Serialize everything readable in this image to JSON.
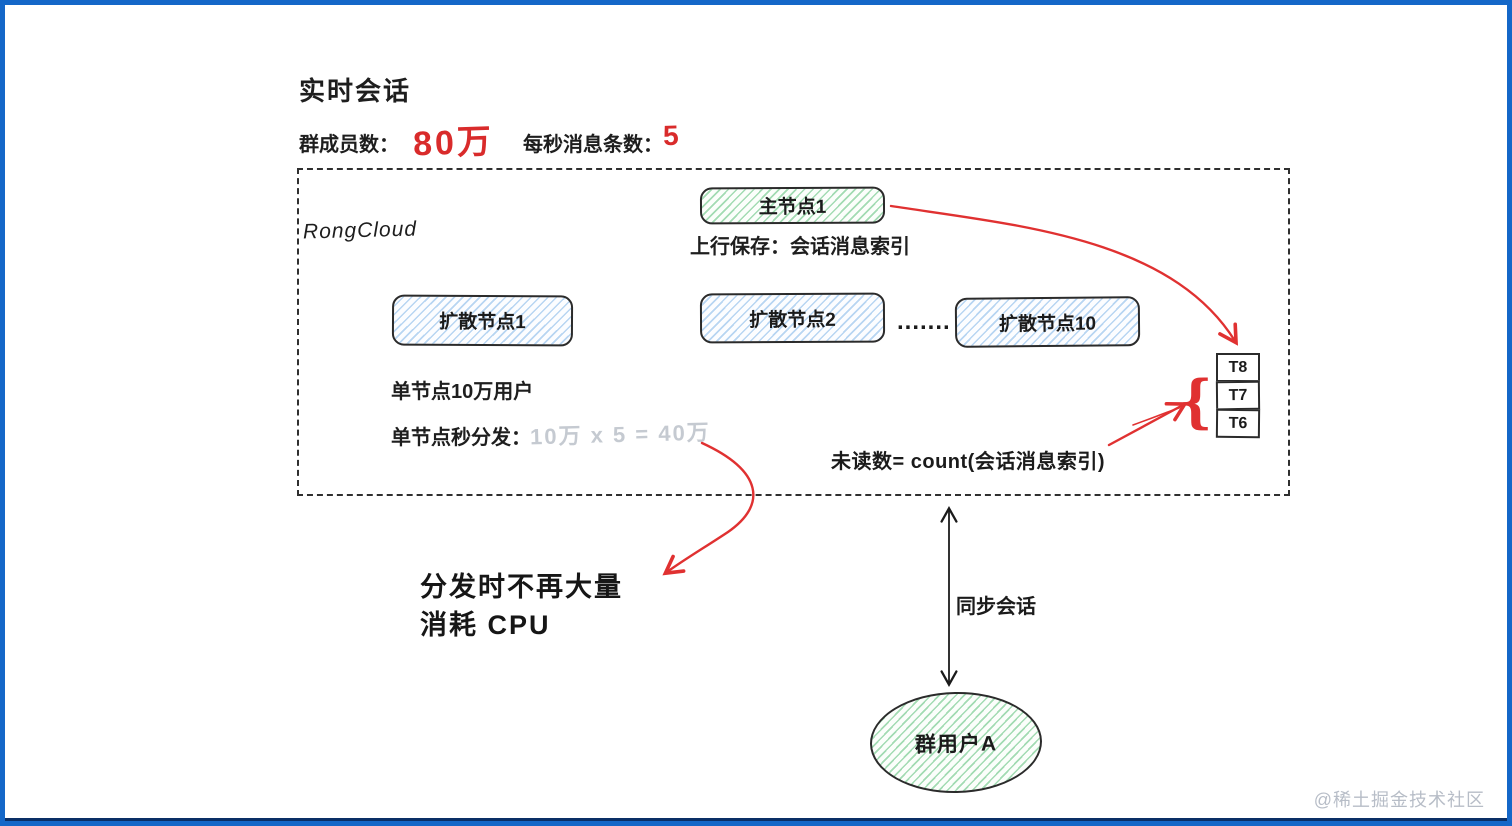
{
  "page": {
    "watermark": "@稀土掘金技术社区"
  },
  "colors": {
    "frame_blue": "#1467c8",
    "accent_red": "#e03131",
    "node_green_fill": "#b2f2bb",
    "node_blue_fill": "#a5d8ff",
    "muted_gray": "#c5cad1",
    "ink": "#1e1e1e"
  },
  "header": {
    "title": "实时会话",
    "group_members_label": "群成员数：",
    "group_members_value": "80万",
    "msg_rate_label": "每秒消息条数：",
    "msg_rate_value": "5"
  },
  "cluster": {
    "provider_label": "RongCloud",
    "master_node": {
      "label": "主节点1",
      "caption": "上行保存：会话消息索引"
    },
    "diffusion_nodes": [
      "扩散节点1",
      "扩散节点2",
      "扩散节点10"
    ],
    "ellipsis": ".......",
    "notes": {
      "capacity": "单节点10万用户",
      "dispatch_label": "单节点秒分发：",
      "dispatch_calc": "10万 x 5 = 40万"
    },
    "unread_formula": "未读数= count(会话消息索引)",
    "index_stack": [
      "T8",
      "T7",
      "T6"
    ],
    "brace": "{"
  },
  "annotations": {
    "cpu_note_line1": "分发时不再大量",
    "cpu_note_line2": "消耗 CPU",
    "sync_label": "同步会话"
  },
  "user_node": {
    "label": "群用户A"
  }
}
